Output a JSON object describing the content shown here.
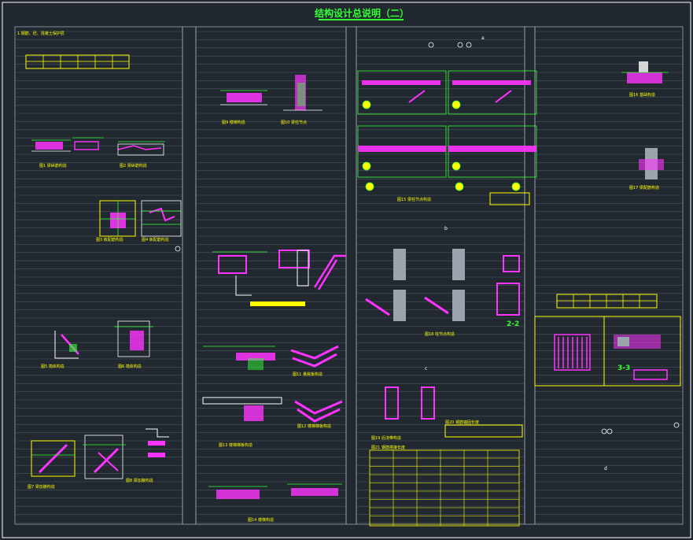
{
  "sheet": {
    "title": "结构设计总说明（二）",
    "colors": {
      "background": "#212830",
      "frame": "#ffffff",
      "title": "#33ff33",
      "table": "#ffff00",
      "rebar": "#ff33ff",
      "dimension": "#33ff33",
      "structure": "#ffffff"
    }
  },
  "captions": {
    "c1": "1.钢筋、砼、混凝土保护层",
    "c2": "图1 梁纵筋构造",
    "c3": "图2 梁纵筋构造",
    "c4": "图3 板配筋构造",
    "c5": "图4 板配筋构造",
    "c6": "图5 墙体构造",
    "c7": "图6 墙体构造",
    "c8": "图7 梁加腋构造",
    "c9": "图8 梁加腋构造",
    "c10": "图9 楼梯构造",
    "c11": "图10 梁柱节点",
    "c12": "图11 悬挑板构造",
    "c13": "图12 楼梯梯板构造",
    "c14": "图13 楼梯梯板构造",
    "c15": "图14 楼梯构造",
    "c16": "图15 梁柱节点构造",
    "c17": "图16 基础构造",
    "c18": "图17 梁配筋构造",
    "c19": "图18 柱节点构造",
    "c20": "图19 后浇带构造",
    "c21": "图20 钢筋锚固长度",
    "c22": "图21 钢筋搭接长度"
  },
  "labels": {
    "section_22": "2-2",
    "section_33": "3-3",
    "node_a": "a",
    "node_b": "b",
    "node_c": "c",
    "node_d": "d"
  }
}
